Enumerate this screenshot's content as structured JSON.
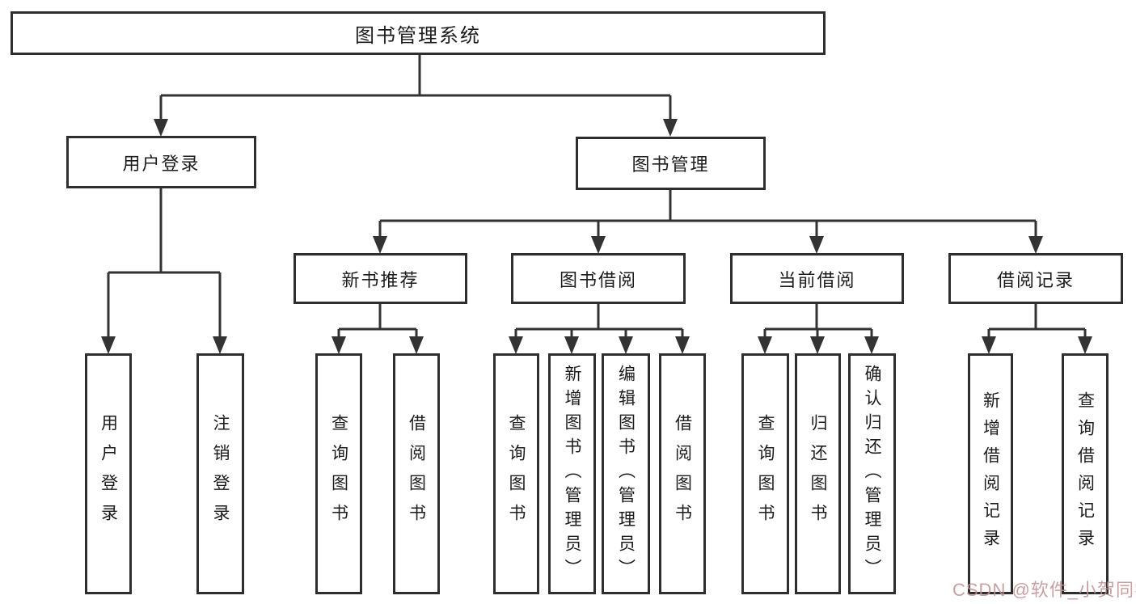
{
  "diagram": {
    "title": "图书管理系统",
    "root": {
      "label": "图书管理系统"
    },
    "branches": [
      {
        "label": "用户登录",
        "children": [
          {
            "label": "用户登录"
          },
          {
            "label": "注销登录"
          }
        ]
      },
      {
        "label": "图书管理",
        "children": [
          {
            "label": "新书推荐",
            "children": [
              {
                "label": "查询图书"
              },
              {
                "label": "借阅图书"
              }
            ]
          },
          {
            "label": "图书借阅",
            "children": [
              {
                "label": "查询图书"
              },
              {
                "label": "新增图书（管理员）"
              },
              {
                "label": "编辑图书（管理员）"
              },
              {
                "label": "借阅图书"
              }
            ]
          },
          {
            "label": "当前借阅",
            "children": [
              {
                "label": "查询图书"
              },
              {
                "label": "归还图书"
              },
              {
                "label": "确认归还（管理员）"
              }
            ]
          },
          {
            "label": "借阅记录",
            "children": [
              {
                "label": "新增借阅记录"
              },
              {
                "label": "查询借阅记录"
              }
            ]
          }
        ]
      }
    ]
  },
  "watermark": "CSDN @软件_小贺同学",
  "colors": {
    "line": "#333333",
    "box_border": "#2e2e2e",
    "box_fill": "#ffffff",
    "text": "#1c1c1c",
    "watermark": "#c19393",
    "background": "#ffffff"
  }
}
